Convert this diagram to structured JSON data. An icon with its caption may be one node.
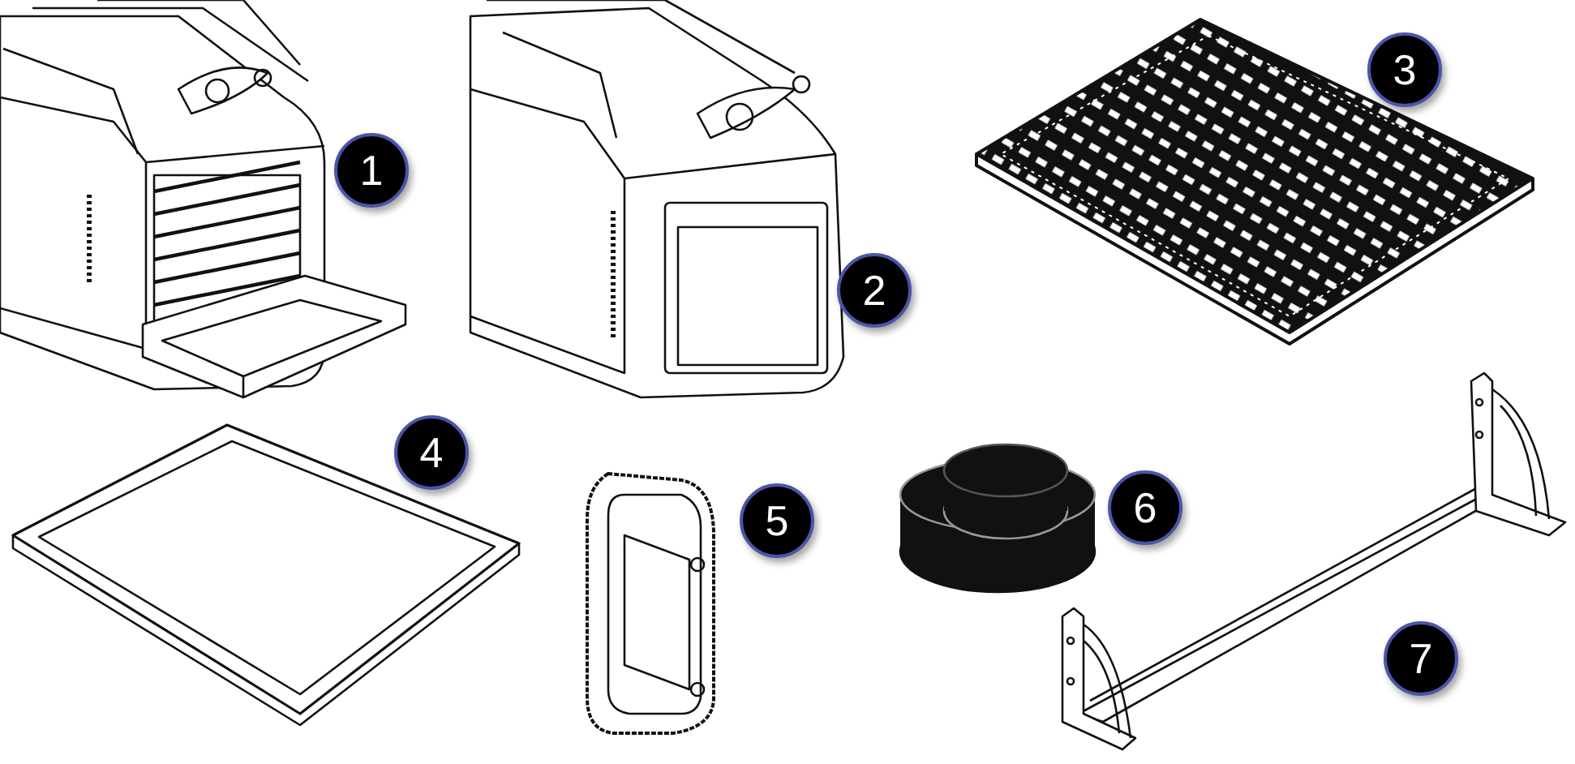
{
  "diagram": {
    "labels": [
      "1",
      "2",
      "3",
      "4",
      "5",
      "6",
      "7"
    ]
  }
}
